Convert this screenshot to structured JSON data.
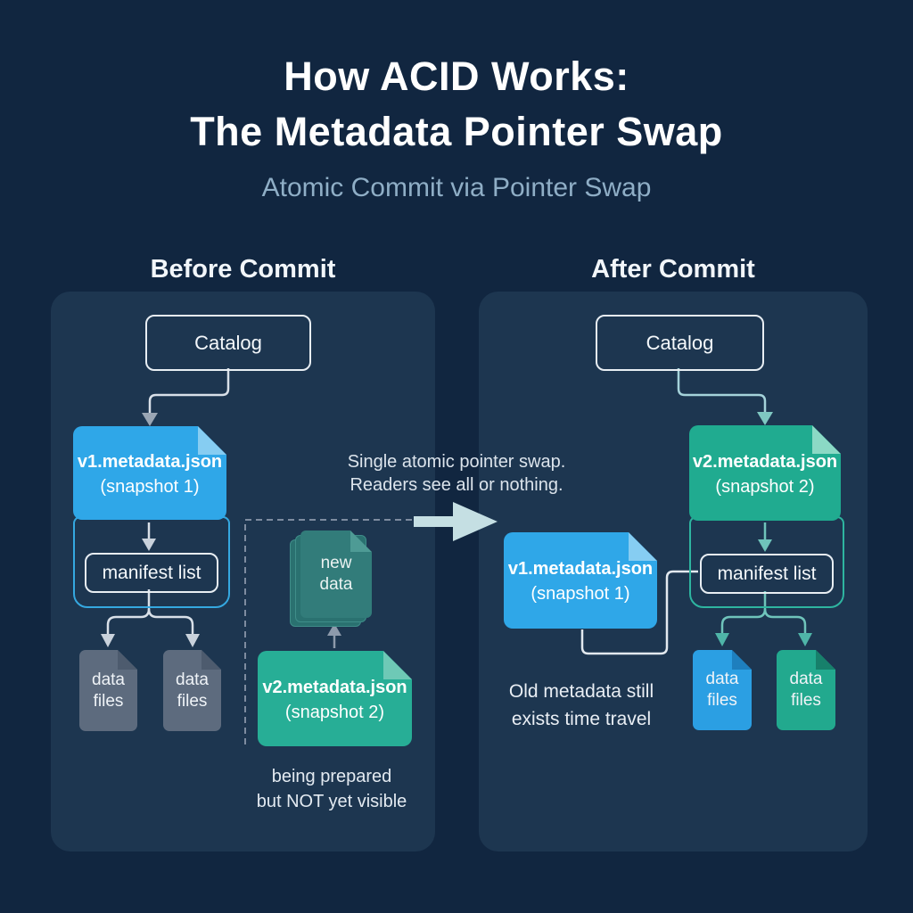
{
  "header": {
    "title_line1": "How ACID Works:",
    "title_line2": "The Metadata Pointer Swap",
    "subtitle": "Atomic Commit via Pointer Swap"
  },
  "before_panel": {
    "heading": "Before Commit",
    "catalog_label": "Catalog",
    "current_metadata_card": {
      "title": "v1.metadata.json",
      "subtitle": "(snapshot 1)"
    },
    "manifest_label": "manifest list",
    "data_file_left_label": "data files",
    "data_file_right_label": "data files",
    "staging_area": {
      "new_data_label": "new data",
      "pending_metadata_card": {
        "title": "v2.metadata.json",
        "subtitle": "(snapshot 2)"
      },
      "note_line1": "being prepared",
      "note_line2": "but NOT yet visible"
    }
  },
  "swap_annotation": {
    "line1": "Single atomic pointer swap.",
    "line2": "Readers see all or nothing."
  },
  "after_panel": {
    "heading": "After Commit",
    "catalog_label": "Catalog",
    "current_metadata_card": {
      "title": "v2.metadata.json",
      "subtitle": "(snapshot 2)"
    },
    "manifest_label": "manifest list",
    "old_metadata_card": {
      "title": "v1.metadata.json",
      "subtitle": "(snapshot 1)"
    },
    "old_metadata_note_line1": "Old metadata still",
    "old_metadata_note_line2": "exists time travel",
    "data_file_left_label": "data files",
    "data_file_right_label": "data files"
  },
  "colors": {
    "background": "#112640",
    "panel": "#1D3650",
    "blue_card": "#2FA7E8",
    "teal_card_before": "#27AE96",
    "teal_card_after": "#20AB90",
    "grey_file": "#5D6B7E",
    "blue_file": "#2B9FE3",
    "teal_file": "#22A98E",
    "white_connector": "#D9E0E8",
    "teal_connector": "#6FC4BB",
    "pale_swap_arrow": "#C5DFE3",
    "dashed_border": "#7E8CA0",
    "subtitle_text": "#8FAEC6"
  }
}
